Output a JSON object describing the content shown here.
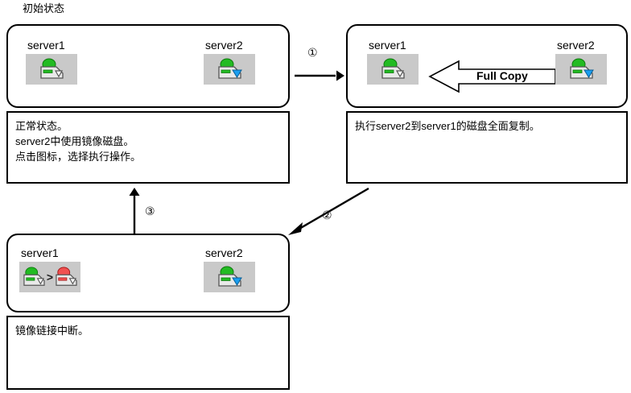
{
  "page": {
    "title": "初始状态"
  },
  "colors": {
    "icon_plate_bg": "#c9c9c9",
    "server_green": "#22bb22",
    "server_red": "#f05050",
    "mirror_blue": "#1a9ef0",
    "outline": "#000000",
    "background": "#ffffff"
  },
  "states": [
    {
      "id": "state-initial",
      "nodes": [
        {
          "label": "server1",
          "icon": "server-green-icon",
          "status": "normal"
        },
        {
          "label": "server2",
          "icon": "server-green-mirror-icon",
          "status": "mirror"
        }
      ],
      "description": [
        "正常状态。",
        "server2中使用镜像磁盘。",
        "点击图标，选择执行操作。"
      ]
    },
    {
      "id": "state-full-copy",
      "nodes": [
        {
          "label": "server1",
          "icon": "server-green-icon",
          "status": "normal"
        },
        {
          "label": "server2",
          "icon": "server-green-mirror-icon",
          "status": "mirror"
        }
      ],
      "operation": {
        "label": "Full Copy",
        "direction": "right-to-left",
        "icon": "block-arrow-left-icon"
      },
      "description": [
        "执行server2到server1的磁盘全面复制。"
      ]
    },
    {
      "id": "state-mirror-broken",
      "nodes": [
        {
          "label": "server1",
          "icon": "server-green-red-broken-icon",
          "status": "broken",
          "separator": ">"
        },
        {
          "label": "server2",
          "icon": "server-green-mirror-icon",
          "status": "mirror"
        }
      ],
      "description": [
        "镜像链接中断。"
      ]
    }
  ],
  "steps": [
    {
      "id": "step-1",
      "number": "①",
      "direction": "right",
      "from": "state-initial",
      "to": "state-full-copy"
    },
    {
      "id": "step-2",
      "number": "②",
      "direction": "down-left",
      "from": "state-full-copy",
      "to": "state-mirror-broken"
    },
    {
      "id": "step-3",
      "number": "③",
      "direction": "up",
      "from": "state-mirror-broken",
      "to": "state-initial"
    }
  ]
}
